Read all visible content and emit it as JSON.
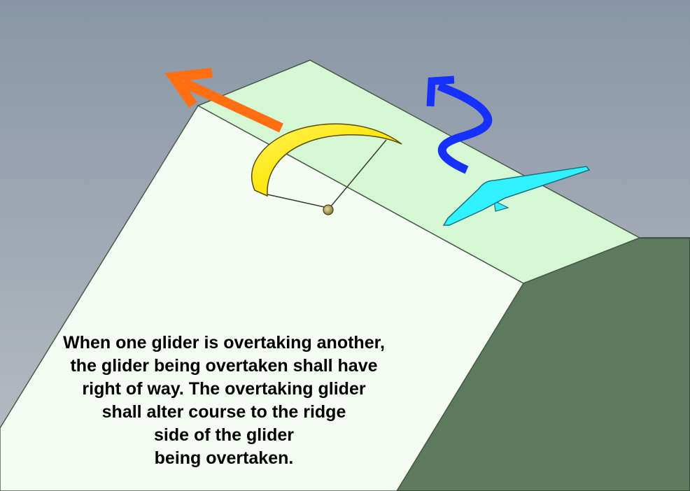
{
  "colors": {
    "sky_top": "#8996a5",
    "sky_bottom": "#b9bec4",
    "ridge_top": "#d6f7d3",
    "ridge_face": "#f3fdf2",
    "ridge_side": "#5c7a5d",
    "paraglider_wing": "#ffee1a",
    "hang_glider": "#2ff1ff",
    "overtaking_arrow": "#ff6f12",
    "overtaken_arrow": "#1530ff"
  },
  "caption": {
    "line1": "When one glider is overtaking another,",
    "line2": "the glider being overtaken shall have",
    "line3": "right of way. The overtaking glider",
    "line4": "shall alter course to the ridge",
    "line5": "side of the glider",
    "line6": "being overtaken."
  }
}
